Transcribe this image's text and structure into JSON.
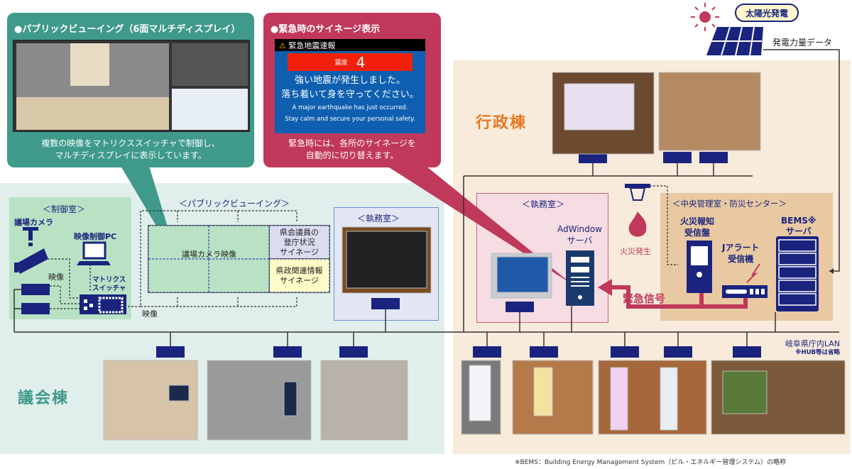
{
  "callout_public": {
    "title": "●パブリックビューイング（6面マルチディスプレイ）",
    "caption": [
      "複数の映像をマトリクススイッチャで制御し、",
      "マルチディスプレイに表示しています。"
    ]
  },
  "callout_emergency": {
    "title": "●緊急時のサイネージ表示",
    "screen": {
      "header": "緊急地震速報",
      "intensity_label": "震度",
      "intensity": "4",
      "line1": "強い地震が発生しました。",
      "line2": "落ち着いて身を守ってください。",
      "en1": "A major earthquake has just occurred.",
      "en2": "Stay calm and secure your personal safety."
    },
    "caption": [
      "緊急時には、各所のサイネージを",
      "自動的に切り替えます。"
    ]
  },
  "solar": {
    "label": "太陽光発電",
    "data_label": "発電力量データ"
  },
  "assembly": {
    "building": "議会棟",
    "control_room": "＜制御室＞",
    "camera": "議場カメラ",
    "pc": "映像制御PC",
    "video": "映像",
    "switcher": "マトリクス\nスイッチャ",
    "video2": "映像",
    "public_viewing": "＜パブリックビューイング＞",
    "camera_video": "議場カメラ映像",
    "signage1": "県会議員の\n登庁状況\nサイネージ",
    "signage2": "県政関連情報\nサイネージ",
    "office": "＜執務室＞"
  },
  "admin": {
    "building": "行政棟",
    "office": "＜執務室＞",
    "adwindow": "AdWindow\nサーバ",
    "fire": "火災発生",
    "center": "＜中央管理室・防災センター＞",
    "fire_panel": "火災報知\n受信盤",
    "jalert": "Jアラート\n受信機",
    "bems": "BEMS※\nサーバ",
    "emergency_signal": "緊急信号"
  },
  "lan": {
    "label": "岐阜県庁内LAN",
    "note": "※HUB等は省略"
  },
  "footnote": "※BEMS：Building Energy Management System（ビル・エネルギー管理システム）の略称",
  "colors": {
    "navy": "#1a237e",
    "teal": "#3f9a8b",
    "crimson": "#c0385a",
    "orange": "#e87722"
  }
}
